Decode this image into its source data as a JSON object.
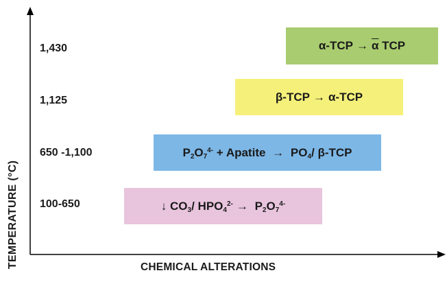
{
  "axes": {
    "y_label": "TEMPERATURE (°C)",
    "x_label": "CHEMICAL ALTERATIONS"
  },
  "rows": [
    {
      "temperature": "1,430",
      "color": "#a8cc6f",
      "alteration": {
        "from": "α-TCP",
        "arrow": "→",
        "to_symbol": "α",
        "to_rest": " TCP"
      }
    },
    {
      "temperature": "1,125",
      "color": "#f5f07a",
      "alteration": {
        "from": "β-TCP",
        "arrow": "→",
        "to": "α-TCP"
      }
    },
    {
      "temperature": "650 -1,100",
      "color": "#7db7e6",
      "alteration": {
        "p": "P",
        "sub2": "2",
        "o": "O",
        "sub7": "7",
        "sup4": "4-",
        "plus": " + Apatite ",
        "arrow": "→",
        "po": " PO",
        "sub4": "4",
        "rest": "/ β-TCP"
      }
    },
    {
      "temperature": "100-650",
      "color": "#e8c4dd",
      "alteration": {
        "down": "↓",
        "co": " CO",
        "sub3": "3",
        "hpo": "/ HPO",
        "sub4": "4",
        "sup2": "2-",
        "arrow": "→",
        "p": " P",
        "sub2": "2",
        "o": "O",
        "sub7": "7",
        "sup4": "4-"
      }
    }
  ]
}
